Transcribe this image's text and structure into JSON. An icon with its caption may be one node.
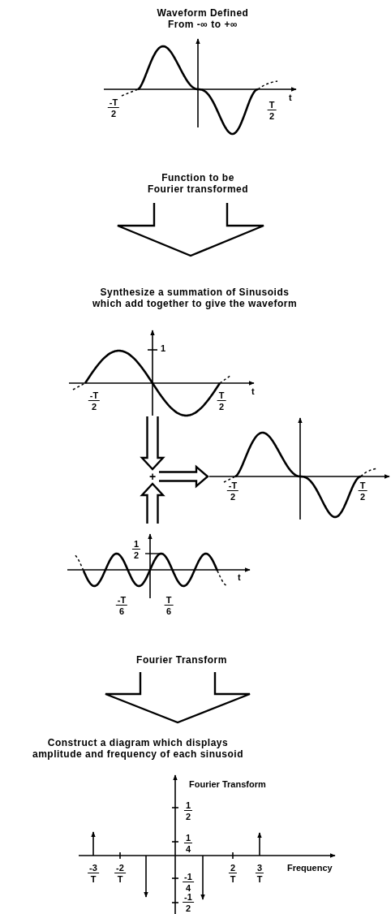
{
  "diagram": {
    "nodes": [
      {
        "text": [
          "Waveform Defined From -∞ to +∞"
        ]
      },
      {
        "text": [
          "Synthesize a summation of Sinusoids which add together to give the waveform"
        ]
      },
      {
        "text": [],
        "shape": "picture",
        "in": 1
      },
      {
        "text": [
          "+"
        ],
        "in": 1
      },
      {
        "text": [],
        "shape": "picture",
        "in": 1
      },
      {
        "text": [],
        "shape": "picture",
        "in": 1
      },
      {
        "text": [
          "Construct a diagram which displays amplitude and frequency of each sinusoid"
        ]
      }
    ],
    "edges": [
      {
        "from": 0,
        "to": 1,
        "arrow": "to",
        "label": "Function to be Fourier transformed"
      },
      {
        "from": 2,
        "to": 3,
        "arrow": "to"
      },
      {
        "from": 5,
        "to": 3,
        "arrow": "to"
      },
      {
        "from": 3,
        "to": 4,
        "arrow": "to"
      },
      {
        "from": 1,
        "to": 6,
        "arrow": "to",
        "label": "Fourier Transform"
      }
    ],
    "labels": [
      "-T",
      "2",
      "T",
      "2",
      "t",
      "1",
      "-T",
      "2",
      "T",
      "2",
      "t",
      "-T",
      "2",
      "T",
      "2",
      "1",
      "2",
      "-T",
      "6",
      "T",
      "6",
      "t",
      "Fourier Transform",
      "1",
      "2",
      "1",
      "4",
      "-3",
      "T",
      "-2",
      "T",
      "2",
      "T",
      "3",
      "T",
      "Frequency",
      "-1",
      "4",
      "-1",
      "2"
    ]
  }
}
